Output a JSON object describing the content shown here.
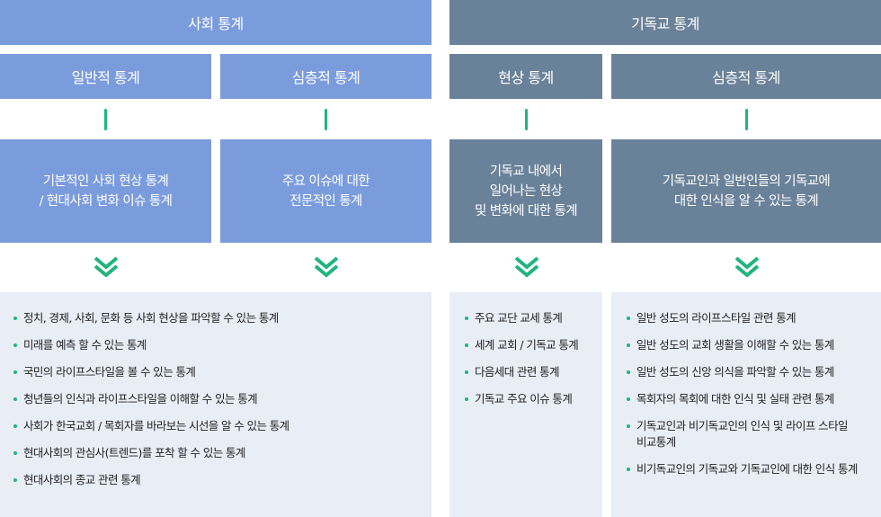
{
  "colors": {
    "social": "#7b9cdc",
    "christian": "#6a8299",
    "panel": "#e9edf6",
    "accent": "#22b47e"
  },
  "social": {
    "title": "사회 통계",
    "columns": [
      {
        "label": "일반적 통계",
        "desc": "기본적인 사회 현상 통계\n/ 현대사회 변화 이슈 통계"
      },
      {
        "label": "심층적 통계",
        "desc": "주요 이슈에 대한\n전문적인 통계"
      }
    ],
    "items": [
      "정치, 경제, 사회, 문화 등 사회 현상을 파악할 수 있는 통계",
      "미래를 예측 할 수 있는 통계",
      "국민의 라이프스타일을 볼 수 있는 통계",
      "청년들의 인식과 라이프스타일을 이해할 수 있는 통계",
      "사회가 한국교회 / 목회자를 바라보는 시선을 알 수 있는 통계",
      "현대사회의 관심사(트렌드)를 포착 할 수 있는 통계",
      "현대사회의 종교 관련 통계"
    ]
  },
  "christian": {
    "title": "기독교 통계",
    "columns": [
      {
        "label": "현상 통계",
        "desc": "기독교 내에서\n일어나는 현상\n및 변화에 대한 통계",
        "items": [
          "주요 교단 교세 통계",
          "세계 교회 / 기독교 통계",
          "다음세대 관련 통계",
          "기독교 주요 이슈 통계"
        ]
      },
      {
        "label": "심층적 통계",
        "desc": "기독교인과 일반인들의 기독교에\n대한 인식을 알 수 있는 통계",
        "items": [
          "일반 성도의 라이프스타일 관련 통계",
          "일반 성도의 교회 생활을 이해할 수 있는 통계",
          "일반 성도의 신앙 의식을 파악할 수 있는 통계",
          "목회자의 목회에 대한 인식 및 실태 관련 통계",
          "기독교인과 비기독교인의 인식 및 라이프 스타일 비교통계",
          "비기독교인의 기독교와 기독교인에 대한 인식 통계"
        ]
      }
    ]
  }
}
